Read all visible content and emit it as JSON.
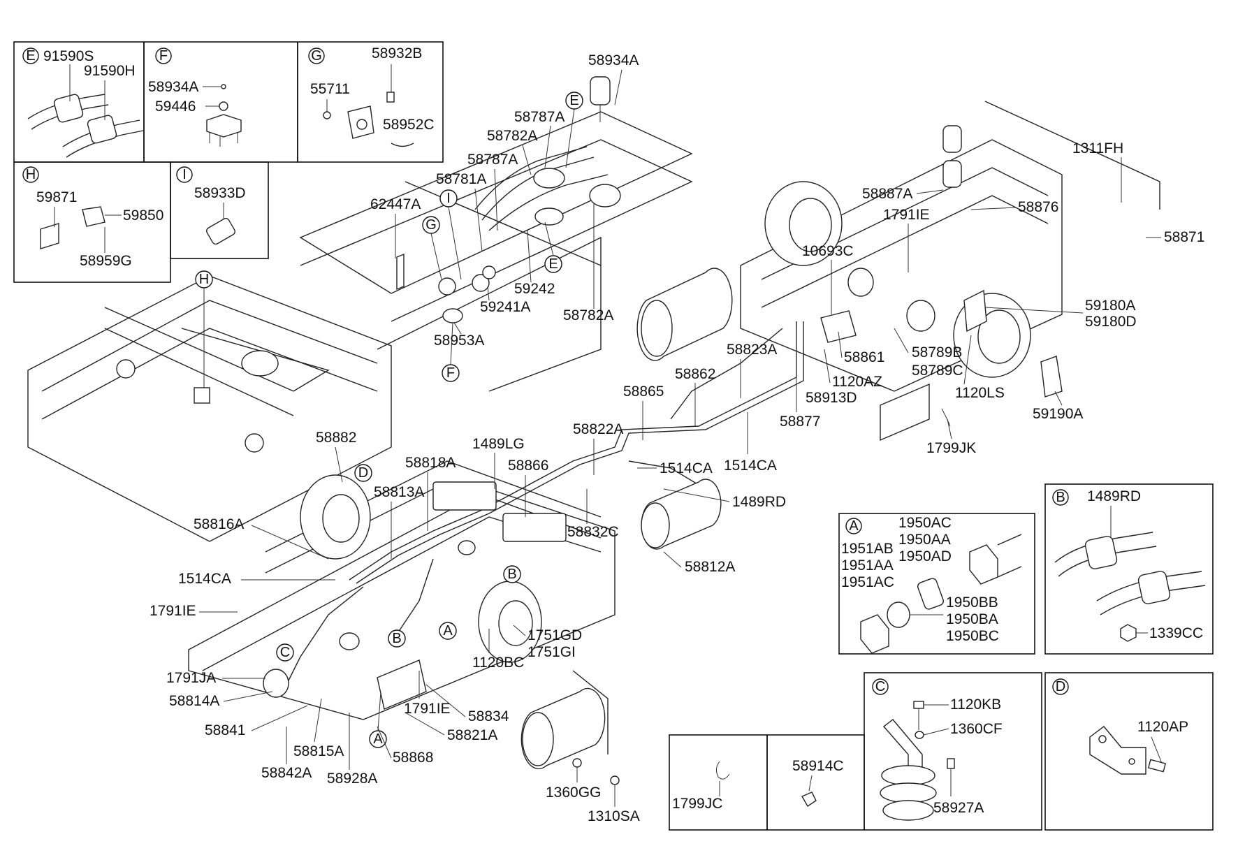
{
  "diagram": {
    "callout_letters": [
      "A",
      "B",
      "C",
      "D",
      "E",
      "F",
      "G",
      "H",
      "I"
    ],
    "inset_labels": {
      "E": [
        "91590S",
        "91590H"
      ],
      "F": [
        "58934A",
        "59446"
      ],
      "G": [
        "58932B",
        "55711",
        "58952C"
      ],
      "H": [
        "59871",
        "59850",
        "58959G"
      ],
      "I": [
        "58933D"
      ],
      "A": [
        "1950AC",
        "1950AA",
        "1950AD",
        "1951AB",
        "1951AA",
        "1951AC",
        "1950BB",
        "1950BA",
        "1950BC"
      ],
      "B": [
        "1489RD",
        "1339CC"
      ],
      "C": [
        "1120KB",
        "1360CF",
        "58927A"
      ],
      "D": [
        "1120AP"
      ],
      "bottom_left": [
        "1799JC"
      ],
      "bottom_mid": [
        "58914C"
      ]
    },
    "main_labels": [
      "58934A",
      "58787A",
      "58782A",
      "58787A",
      "58781A",
      "62447A",
      "59242",
      "59241A",
      "58782A",
      "58953A",
      "1311FH",
      "58887A",
      "58876",
      "58871",
      "1791IE",
      "10693C",
      "59180A",
      "59180D",
      "58861",
      "58789B",
      "58789C",
      "1120AZ",
      "58913D",
      "1120LS",
      "59190A",
      "1799JK",
      "58823A",
      "58877",
      "58862",
      "58865",
      "1514CA",
      "58822A",
      "1514CA",
      "1489RD",
      "58882",
      "58818A",
      "1489LG",
      "58866",
      "58813A",
      "58816A",
      "58832C",
      "58812A",
      "1514CA",
      "1791IE",
      "1751GD",
      "1751GI",
      "1120BC",
      "1791JA",
      "58814A",
      "58841",
      "58815A",
      "58842A",
      "58928A",
      "58868",
      "58821A",
      "58834",
      "1791IE",
      "1360GG",
      "1310SA"
    ]
  }
}
